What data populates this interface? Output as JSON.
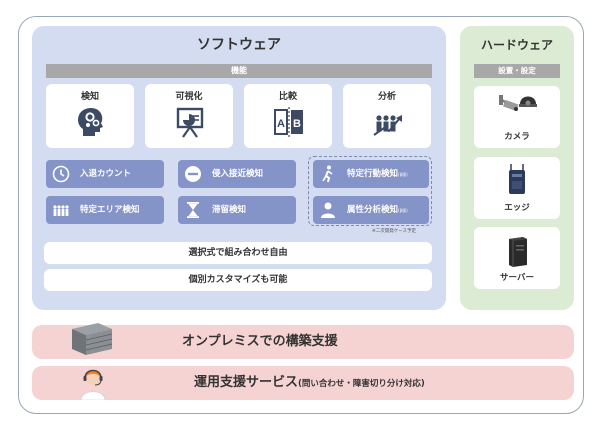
{
  "software": {
    "title": "ソフトウェア",
    "function_bar": "機能",
    "cards": [
      {
        "label": "検知",
        "icon": "head-gears-icon"
      },
      {
        "label": "可視化",
        "icon": "presentation-board-icon"
      },
      {
        "label": "比較",
        "icon": "ab-compare-icon"
      },
      {
        "label": "分析",
        "icon": "people-growth-icon"
      }
    ],
    "functions": [
      {
        "label": "入退カウント",
        "icon": "clock-icon"
      },
      {
        "label": "侵入接近検知",
        "icon": "no-entry-icon"
      },
      {
        "label": "特定行動検知",
        "icon": "walking-person-icon",
        "sub": "(β版)"
      },
      {
        "label": "特定エリア検知",
        "icon": "crowd-icon"
      },
      {
        "label": "滞留検知",
        "icon": "hourglass-icon"
      },
      {
        "label": "属性分析検知",
        "icon": "person-icon",
        "sub": "(β版)"
      }
    ],
    "dev_note": "※二次開発ケース予定",
    "bar_combination": "選択式で組み合わせ自由",
    "bar_customize": "個別カスタマイズも可能"
  },
  "hardware": {
    "title": "ハードウェア",
    "setup_bar": "設置・設定",
    "devices": [
      {
        "label": "カメラ",
        "icon": "camera-icon"
      },
      {
        "label": "エッジ",
        "icon": "edge-device-icon"
      },
      {
        "label": "サーバー",
        "icon": "server-icon"
      }
    ]
  },
  "onpremise": {
    "label": "オンプレミスでの構築支援",
    "icon": "server-rack-icon"
  },
  "support": {
    "label": "運用支援サービス",
    "note": "(問い合わせ・障害切り分け対応)",
    "icon": "operator-headset-icon"
  },
  "colors": {
    "software_bg": "#d3dcf1",
    "hardware_bg": "#dcebd4",
    "button_blue": "#8493c8",
    "pink_bar": "#f6d3d3",
    "gray_bar": "#a8a8a8"
  }
}
